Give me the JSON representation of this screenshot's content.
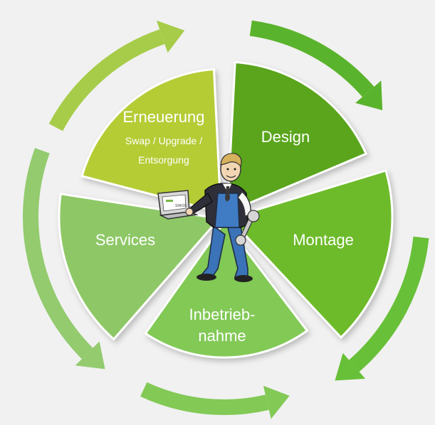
{
  "diagram": {
    "segments": [
      {
        "id": "erneuerung",
        "title": "Erneuerung",
        "sub_line1": "Swap / Upgrade /",
        "sub_line2": "Entsorgung",
        "color": "#b5cc35"
      },
      {
        "id": "design",
        "title": "Design",
        "color": "#5aa51f"
      },
      {
        "id": "montage",
        "title": "Montage",
        "color": "#6dbb2a"
      },
      {
        "id": "inbetrieb",
        "title_line1": "Inbetrieb-",
        "title_line2": "nahme",
        "color": "#82c957"
      },
      {
        "id": "services",
        "title": "Services",
        "color": "#8ec866"
      }
    ],
    "arrow_colors": {
      "top_left": "#a7cc49",
      "top_right": "#5ab32c",
      "right": "#68c038",
      "bottom": "#82c956",
      "left": "#93cb6e"
    },
    "laptop_screen_text": "SWISS"
  }
}
